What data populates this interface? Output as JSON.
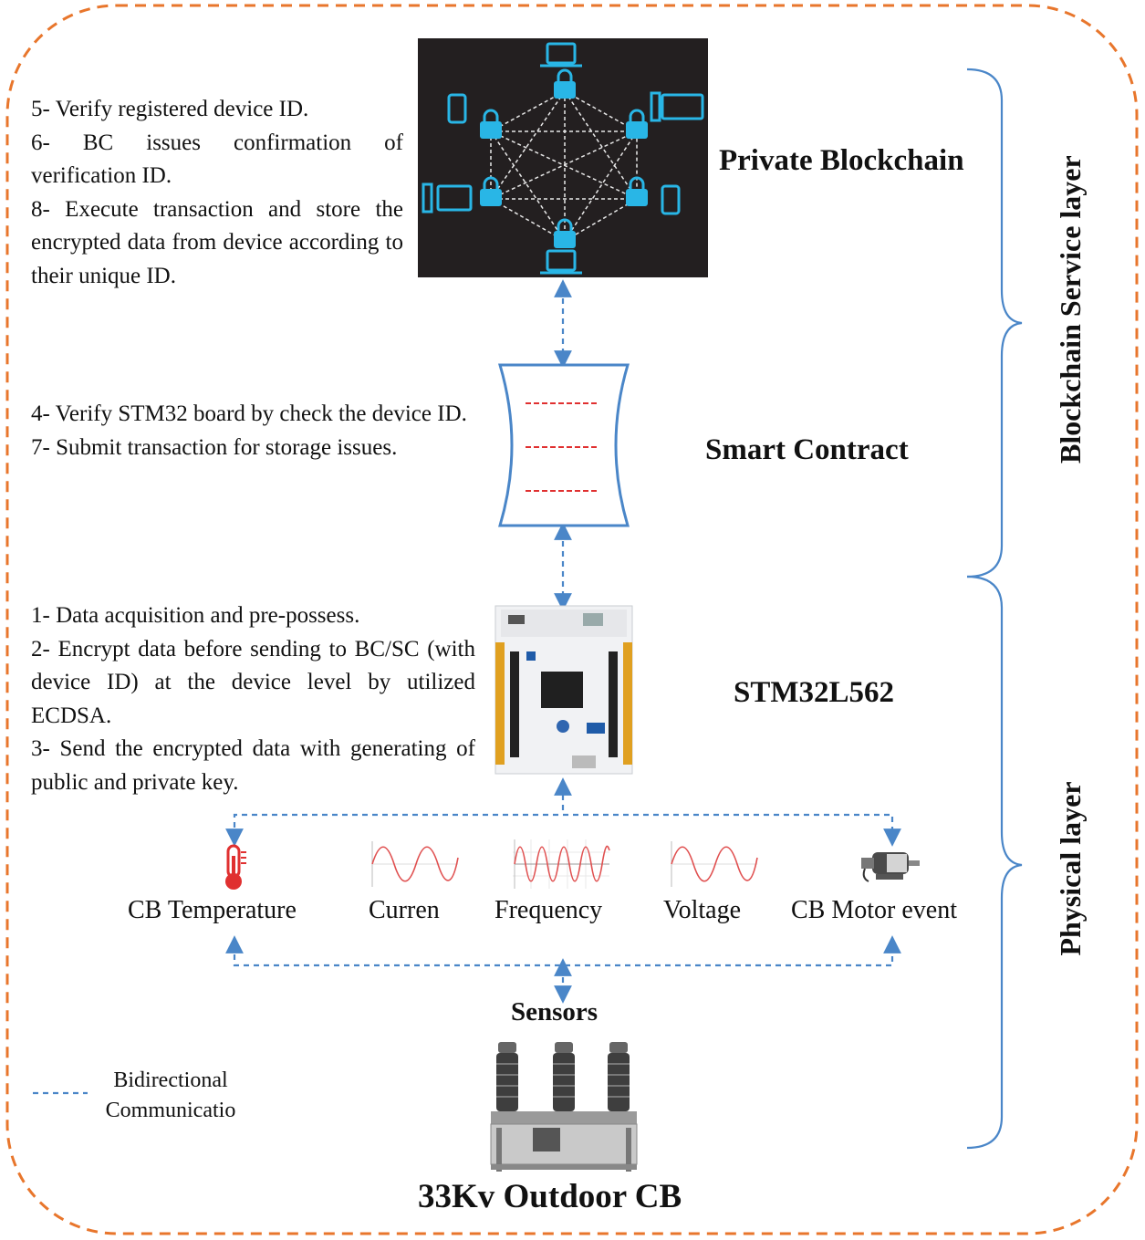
{
  "colors": {
    "border": "#e8762c",
    "arrow": "#4a86c8",
    "network_bg": "#231f20",
    "network_icon": "#29b6e6",
    "contract_line": "#e03030"
  },
  "blockchain": {
    "label": "Private Blockchain",
    "steps": [
      "5- Verify registered device ID.",
      "6- BC issues confirmation of verification ID.",
      "8- Execute transaction and store the encrypted data from device according to their unique ID."
    ]
  },
  "smart_contract": {
    "label": "Smart Contract",
    "steps": [
      "4- Verify STM32 board by check the device ID.",
      "7- Submit transaction for storage issues."
    ]
  },
  "board": {
    "label": "STM32L562",
    "steps": [
      "1- Data acquisition and pre-possess.",
      "2- Encrypt data before sending to BC/SC (with device ID) at the device level by utilized ECDSA.",
      "3- Send the encrypted data with generating of public and private key."
    ]
  },
  "sensors": {
    "label": "Sensors",
    "items": [
      "CB Temperature",
      "Curren",
      "Frequency",
      "Voltage",
      "CB Motor event"
    ]
  },
  "breaker": {
    "label": "33Kv Outdoor CB"
  },
  "layers": {
    "blockchain_service": "Blockchain Service layer",
    "physical": "Physical layer"
  },
  "legend": {
    "line1": "Bidirectional",
    "line2": "Communicatio"
  }
}
